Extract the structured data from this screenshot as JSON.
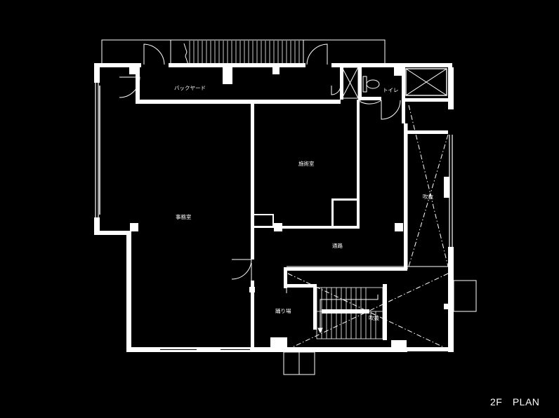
{
  "caption": "2F　PLAN",
  "rooms": {
    "backyard": "バックヤード",
    "toilet": "トイレ",
    "treatment": "施術室",
    "office": "事務室",
    "corridor": "通路",
    "landing": "踊り場",
    "void_east": "吹抜",
    "void_stair": "吹抜"
  },
  "colors": {
    "background": "#000000",
    "wall": "#ffffff",
    "line": "#ffffff"
  }
}
